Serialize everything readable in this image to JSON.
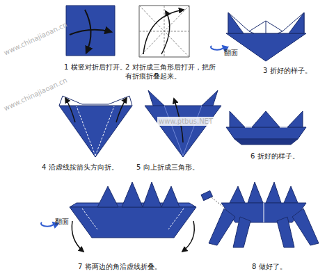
{
  "diagram": {
    "labels": [
      "1 横竖对折后打开。",
      "2 对折成三角形后打开，把所有折痕折叠起来。",
      "翻面",
      "3 折好的样子。",
      "4 沿虚线按箭头方向折。",
      "5 向上折成三角形。",
      "6 折好的样子。",
      "翻面",
      "7 将两边的角沿虚线折叠。",
      "8 做好了。",
      "www.chinajiaoan.cn",
      "www.chinajiaoan.cn",
      "www.ptbus.NET"
    ]
  }
}
